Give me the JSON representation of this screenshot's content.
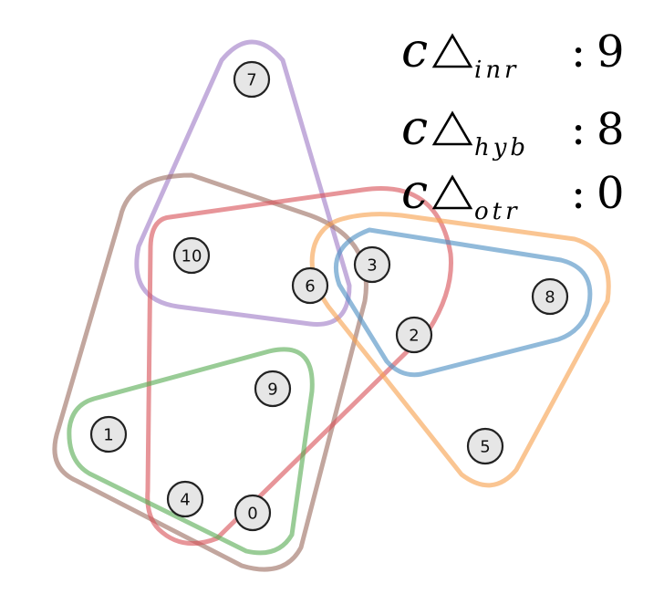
{
  "nodes": [
    {
      "id": "0",
      "label": "0"
    },
    {
      "id": "1",
      "label": "1"
    },
    {
      "id": "2",
      "label": "2"
    },
    {
      "id": "3",
      "label": "3"
    },
    {
      "id": "4",
      "label": "4"
    },
    {
      "id": "5",
      "label": "5"
    },
    {
      "id": "6",
      "label": "6"
    },
    {
      "id": "7",
      "label": "7"
    },
    {
      "id": "8",
      "label": "8"
    },
    {
      "id": "9",
      "label": "9"
    },
    {
      "id": "10",
      "label": "10"
    }
  ],
  "hyperedges": [
    {
      "id": "purple",
      "color": "#a07cc6",
      "members": [
        "7",
        "10",
        "6"
      ]
    },
    {
      "id": "brown",
      "color": "#9c6f62",
      "members": [
        "10",
        "6",
        "1",
        "4",
        "0"
      ]
    },
    {
      "id": "red",
      "color": "#d9545a",
      "members": [
        "10",
        "6",
        "3",
        "2",
        "4",
        "0"
      ]
    },
    {
      "id": "green",
      "color": "#5aad55",
      "members": [
        "9",
        "1",
        "4",
        "0"
      ]
    },
    {
      "id": "orange",
      "color": "#f7a24f",
      "members": [
        "3",
        "2",
        "8",
        "5"
      ]
    },
    {
      "id": "blue",
      "color": "#4d8fc3",
      "members": [
        "3",
        "2",
        "8"
      ]
    }
  ],
  "legend": [
    {
      "symbol": "c",
      "subscript": "inr",
      "separator": ":",
      "value": "9"
    },
    {
      "symbol": "c",
      "subscript": "hyb",
      "separator": ":",
      "value": "8"
    },
    {
      "symbol": "c",
      "subscript": "otr",
      "separator": ":",
      "value": "0"
    }
  ]
}
